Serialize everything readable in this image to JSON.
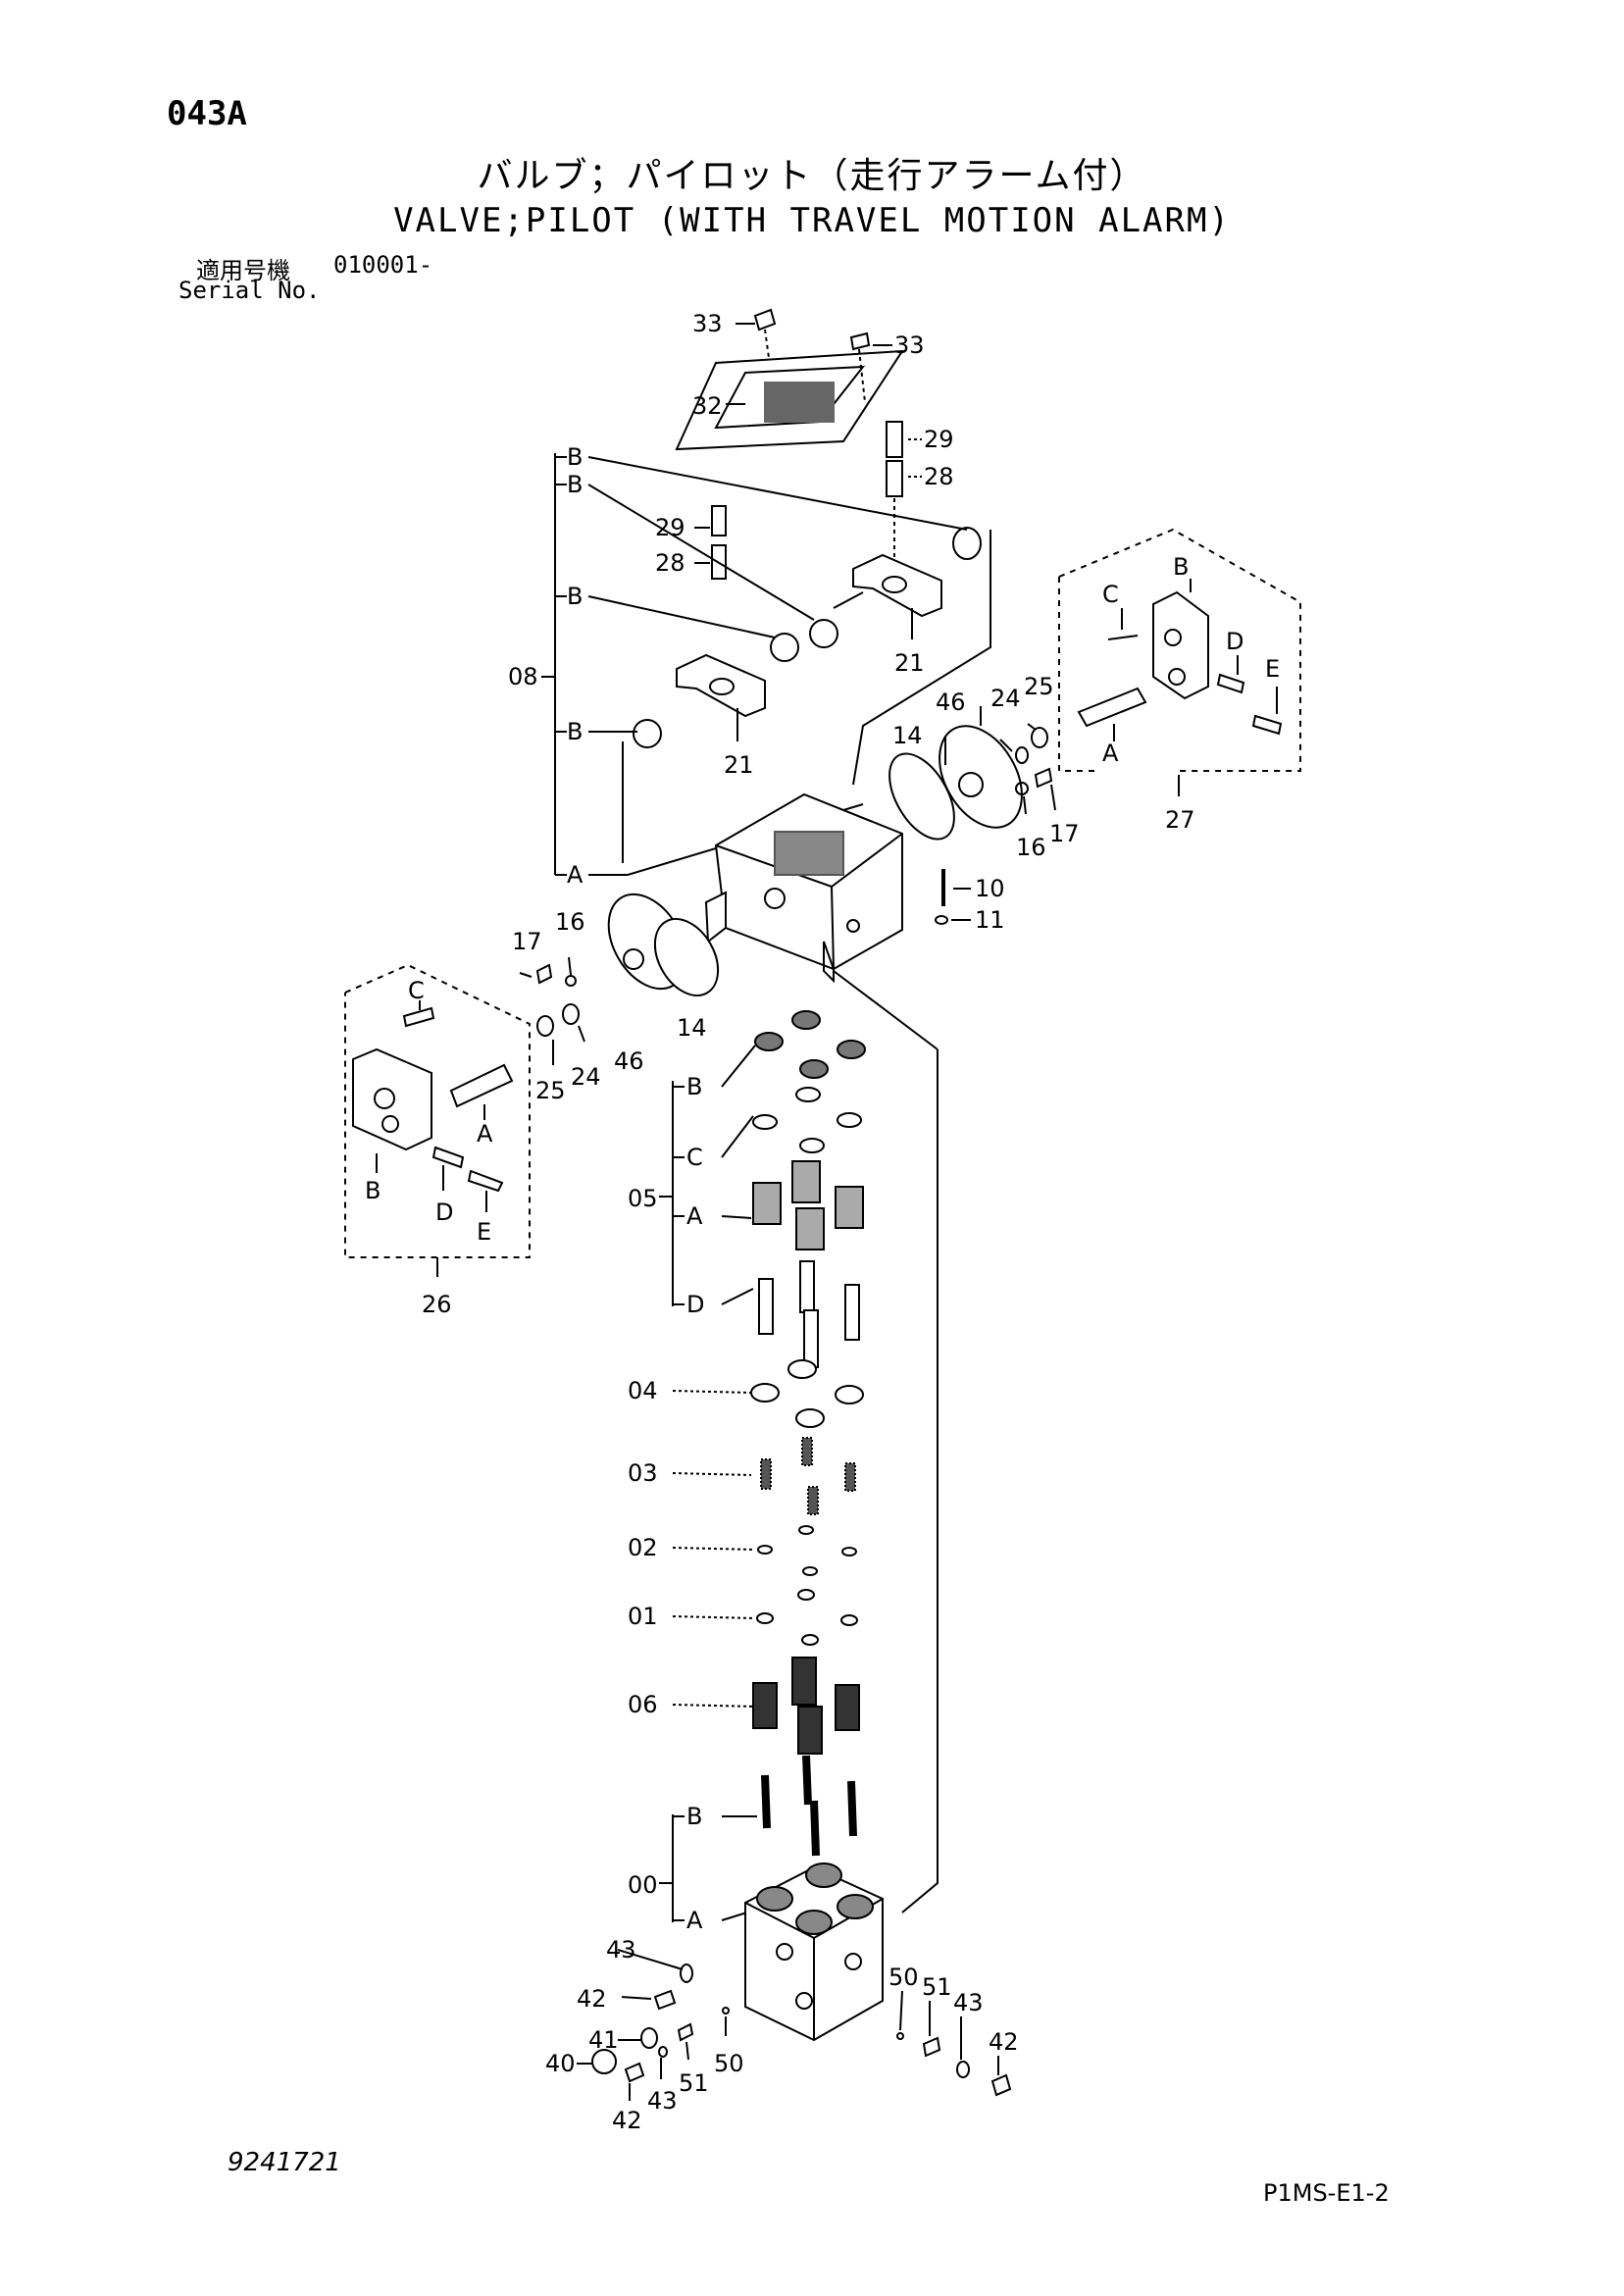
{
  "header": {
    "page_id": "043A",
    "title_ja": "バルブ；パイロット（走行アラーム付）",
    "title_en": "VALVE;PILOT (WITH TRAVEL MOTION ALARM)",
    "serial_label_ja": "適用号機",
    "serial_value": "010001-",
    "serial_label_en": "Serial No."
  },
  "footer": {
    "drawing_number": "9241721",
    "sheet_id": "P1MS-E1-2"
  },
  "callouts": {
    "p33a": "33",
    "p33b": "33",
    "p32": "32",
    "p29a": "29",
    "p28a": "28",
    "p29b": "29",
    "p28b": "28",
    "p21a": "21",
    "p21b": "21",
    "p08": "08",
    "bB1": "B",
    "bB2": "B",
    "bB3": "B",
    "bB4": "B",
    "bA": "A",
    "p46a": "46",
    "p14a": "14",
    "p24a": "24",
    "p25a": "25",
    "p16a": "16",
    "p17a": "17",
    "p10": "10",
    "p11": "11",
    "p27": "27",
    "k27B": "B",
    "k27C": "C",
    "k27D": "D",
    "k27E": "E",
    "k27A": "A",
    "p17b": "17",
    "p16b": "16",
    "p46b": "46",
    "p14b": "14",
    "p25b": "25",
    "p24b": "24",
    "k26C": "C",
    "k26A": "A",
    "k26B": "B",
    "k26D": "D",
    "k26E": "E",
    "p26": "26",
    "p05": "05",
    "k05B": "B",
    "k05C": "C",
    "k05A": "A",
    "k05D": "D",
    "p04": "04",
    "p03": "03",
    "p02": "02",
    "p01": "01",
    "p06": "06",
    "p00": "00",
    "k00B": "B",
    "k00A": "A",
    "p43a": "43",
    "p42a": "42",
    "p41": "41",
    "p40": "40",
    "p42b": "42",
    "p43b": "43",
    "p51a": "51",
    "p50a": "50",
    "p50b": "50",
    "p51b": "51",
    "p43c": "43",
    "p42c": "42"
  }
}
